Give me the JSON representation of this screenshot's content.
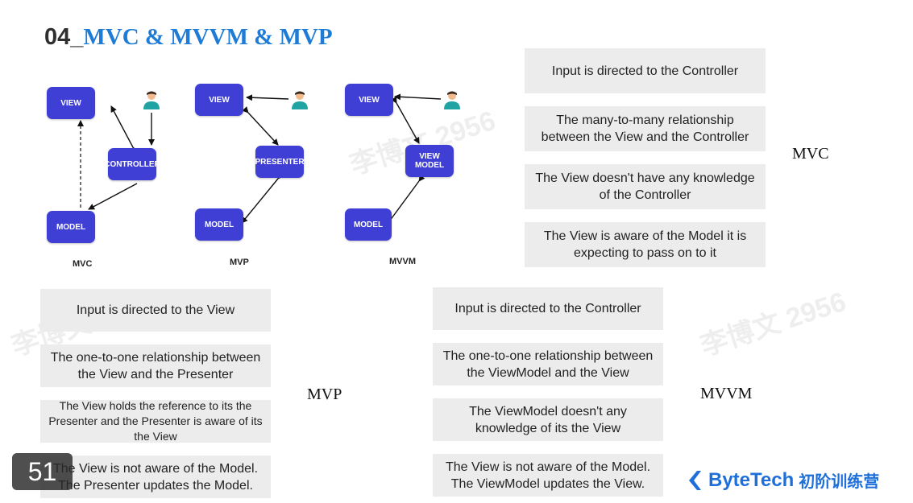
{
  "title": {
    "number": "04_",
    "name": "MVC & MVVM & MVP"
  },
  "diagrams": {
    "mvc": {
      "view": "VIEW",
      "controller": "CONTROLLER",
      "model": "MODEL",
      "label": "MVC"
    },
    "mvp": {
      "view": "VIEW",
      "presenter": "PRESENTER",
      "model": "MODEL",
      "label": "MVP"
    },
    "mvvm": {
      "view": "VIEW",
      "viewmodel": "VIEW MODEL",
      "model": "MODEL",
      "label": "MVVM"
    }
  },
  "mvc_cards": [
    "Input is directed to the Controller",
    "The many-to-many relationship between the View and the Controller",
    "The View doesn't have any knowledge of the Controller",
    "The View is aware of the Model it is expecting to pass on to it"
  ],
  "mvc_label": "MVC",
  "mvp_cards": [
    "Input is directed to the View",
    "The one-to-one relationship between the View and the Presenter",
    "The View holds the reference to its the Presenter and the Presenter is aware of its the View",
    "The View is not aware of the Model. The Presenter updates the Model."
  ],
  "mvp_label": "MVP",
  "mvvm_cards": [
    "Input is directed to the Controller",
    "The one-to-one relationship between the ViewModel and the View",
    "The ViewModel doesn't any knowledge of its the View",
    "The View is not aware of the Model. The ViewModel updates the View."
  ],
  "mvvm_label": "MVVM",
  "slide_number": "51",
  "brand": {
    "name": "ByteTech",
    "subtitle": "初阶训练营"
  },
  "watermark": "李博文 2956",
  "colors": {
    "box": "#3f3fd6",
    "title_accent": "#1e7bd6",
    "card_bg": "#ececec"
  }
}
